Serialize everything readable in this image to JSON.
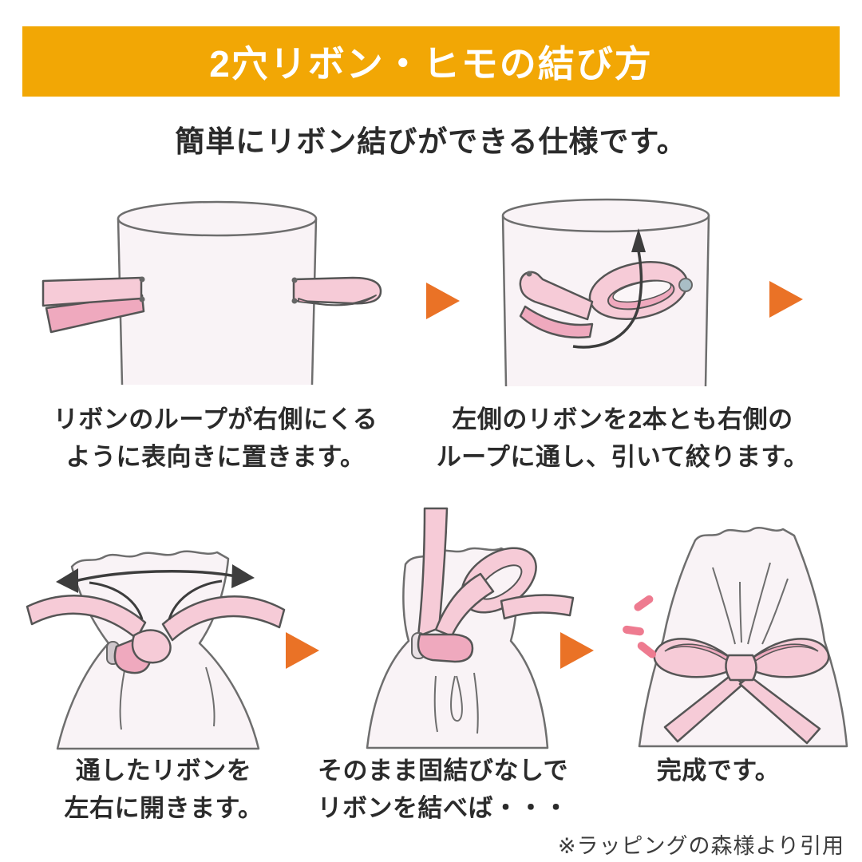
{
  "header": {
    "title": "2穴リボン・ヒモの結び方"
  },
  "subtitle": "簡単にリボン結びができる仕様です。",
  "steps": [
    {
      "caption": [
        "リボンのループが右側にくる",
        "ように表向きに置きます。"
      ]
    },
    {
      "caption": [
        "左側のリボンを2本とも右側の",
        "ループに通し、引いて絞ります。"
      ]
    },
    {
      "caption": [
        "通したリボンを",
        "左右に開きます。"
      ]
    },
    {
      "caption": [
        "そのまま固結びなしで",
        "リボンを結べば・・・"
      ]
    },
    {
      "caption": [
        "完成です。"
      ]
    }
  ],
  "footer": {
    "credit": "※ラッピングの森様より引用"
  },
  "icons": {
    "next_arrow": "orange-right-triangle",
    "pull_arrow": "curved-up-arrow",
    "spread_arrow": "double-headed-horizontal-arrow",
    "emphasis_marks": "pink-sparkle-dashes"
  },
  "colors": {
    "banner_bg": "#F2A705",
    "banner_text": "#FFFFFF",
    "next_arrow_orange": "#EA7226",
    "ribbon_pink_light": "#F6CBD7",
    "ribbon_pink_dark": "#EFA9BE",
    "bag_fill": "#F9F3F6",
    "outline_gray": "#6E6E6E",
    "line_dark": "#3D3D3D",
    "grommet_gray": "#A9BEC6",
    "sparkle_pink": "#EE7B90",
    "text_dark": "#2B2B2B"
  }
}
